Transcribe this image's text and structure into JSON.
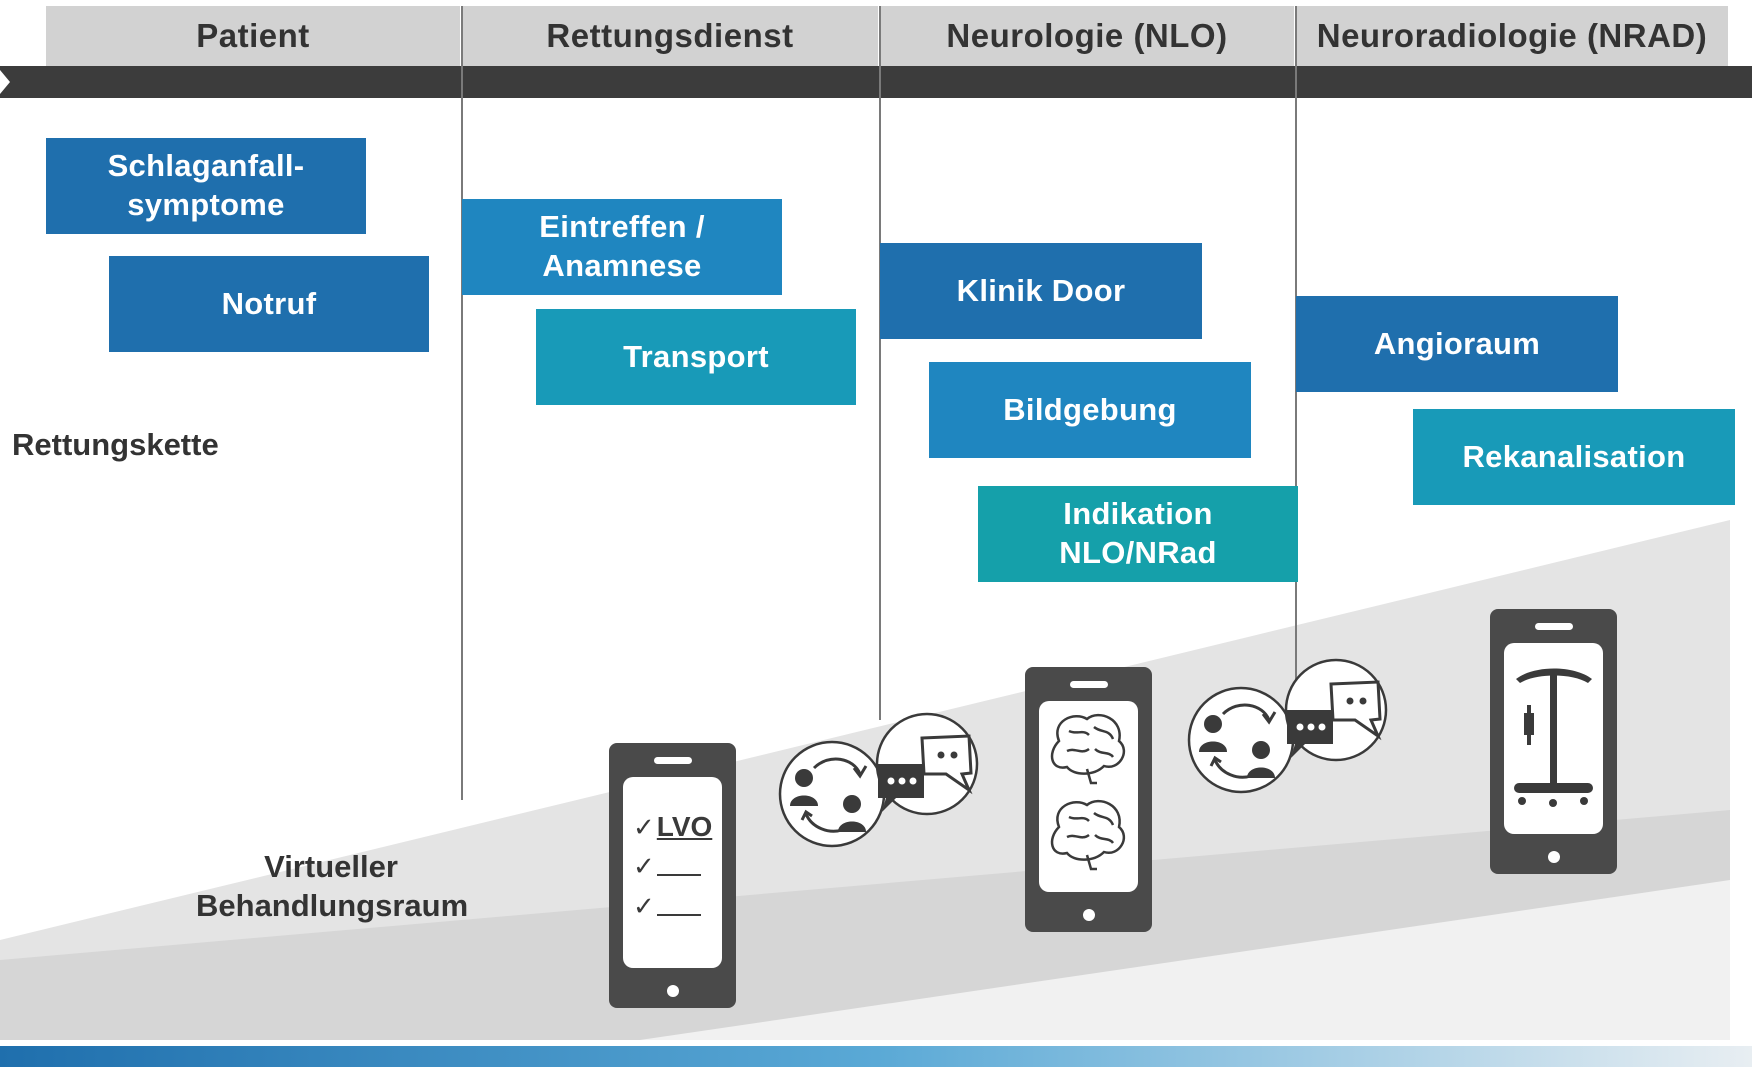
{
  "headers": [
    "Patient",
    "Rettungsdienst",
    "Neurologie (NLO)",
    "Neuroradiologie (NRAD)"
  ],
  "boxes": {
    "schlaganfall_line1": "Schlaganfall-",
    "schlaganfall_line2": "symptome",
    "notruf": "Notruf",
    "eintreffen_line1": "Eintreffen /",
    "eintreffen_line2": "Anamnese",
    "transport": "Transport",
    "klinik_door": "Klinik Door",
    "bildgebung": "Bildgebung",
    "indikation_line1": "Indikation",
    "indikation_line2": "NLO/NRad",
    "angioraum": "Angioraum",
    "rekanalisation": "Rekanalisation"
  },
  "labels": {
    "rettungskette": "Rettungskette",
    "virtueller_line1": "Virtueller",
    "virtueller_line2": "Behandlungsraum"
  },
  "phone_checklist": {
    "item1": "LVO",
    "check_symbol": "✓"
  },
  "icons": {
    "phone_checklist": "smartphone-checklist-icon",
    "phone_brain": "smartphone-brain-scan-icon",
    "phone_angio": "smartphone-angiography-icon",
    "communication": "people-exchange-chat-icon"
  },
  "colors": {
    "header_bg": "#d2d2d2",
    "timeline_bar": "#3c3c3c",
    "box_dark_blue": "#1f6fad",
    "box_blue": "#1f86c0",
    "box_teal": "#189ab8",
    "box_teal_green": "#15a0aa",
    "phone": "#4a4a4a"
  }
}
